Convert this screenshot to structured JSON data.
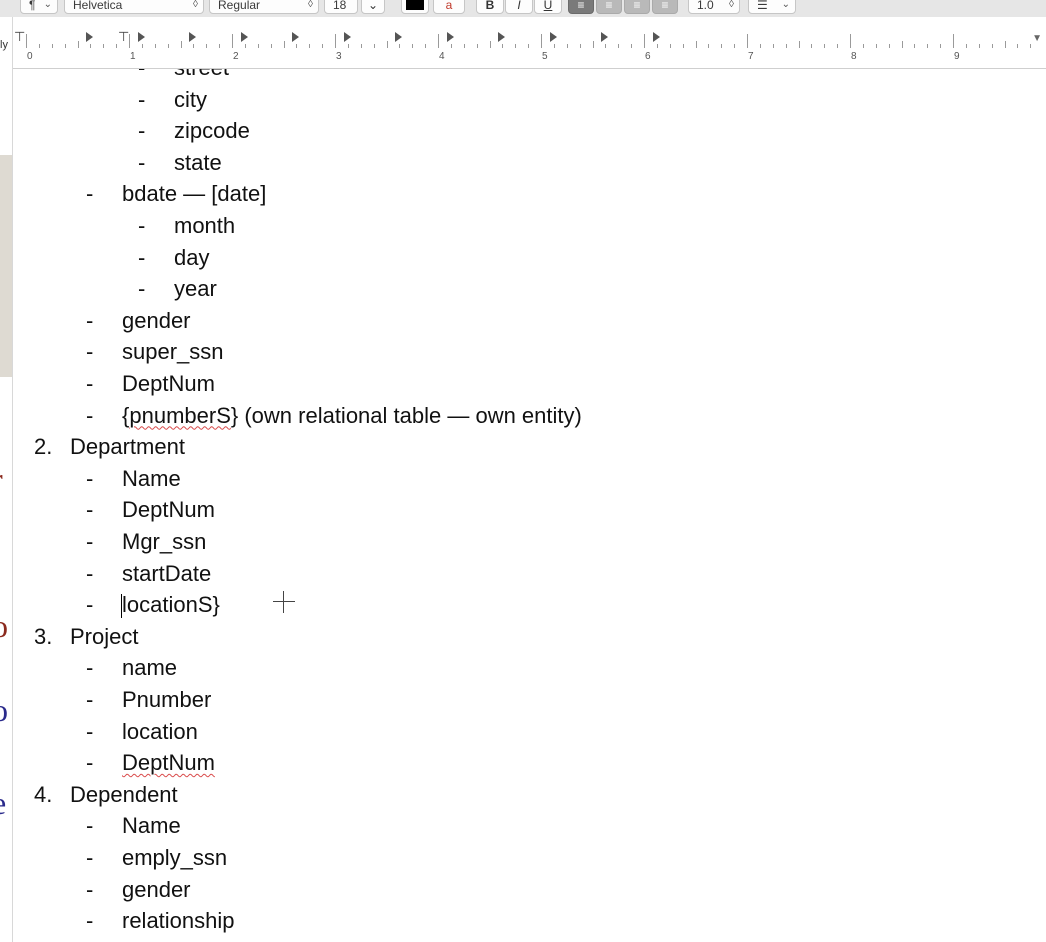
{
  "toolbar": {
    "paragraph_style": "¶",
    "font_family": "Helvetica",
    "font_style": "Regular",
    "font_size": "18",
    "bold": "B",
    "italic": "I",
    "underline": "U",
    "line_spacing": "1.0",
    "text_color": "#000000"
  },
  "ruler": {
    "numbers": [
      "0",
      "1",
      "2",
      "3",
      "4",
      "5",
      "6",
      "7",
      "8",
      "9"
    ]
  },
  "left_strip": {
    "label": "ly",
    "glyphs": [
      "r",
      "o",
      "o",
      "e"
    ]
  },
  "document": {
    "lines": [
      {
        "marker": "-",
        "text": "street"
      },
      {
        "marker": "-",
        "text": "city"
      },
      {
        "marker": "-",
        "text": "zipcode"
      },
      {
        "marker": "-",
        "text": "state"
      },
      {
        "marker": "-",
        "text": "bdate     — [date]"
      },
      {
        "marker": "-",
        "text": "month"
      },
      {
        "marker": "-",
        "text": "day"
      },
      {
        "marker": "-",
        "text": "year"
      },
      {
        "marker": "-",
        "text": "gender"
      },
      {
        "marker": "-",
        "text": "super_ssn"
      },
      {
        "marker": "-",
        "text": "DeptNum"
      },
      {
        "marker": "-",
        "text_prefix": "{",
        "text_squiggle": "pnumberS",
        "text_suffix": "} (own relational table — own entity)"
      },
      {
        "marker": "2.",
        "text": "Department"
      },
      {
        "marker": "-",
        "text": "Name"
      },
      {
        "marker": "-",
        "text": "DeptNum"
      },
      {
        "marker": "-",
        "text": "Mgr_ssn"
      },
      {
        "marker": "-",
        "text": "startDate"
      },
      {
        "marker": "-",
        "text": "locationS}"
      },
      {
        "marker": "3.",
        "text": "Project"
      },
      {
        "marker": "-",
        "text": "name"
      },
      {
        "marker": "-",
        "text": "Pnumber"
      },
      {
        "marker": "-",
        "text": "location"
      },
      {
        "marker": "-",
        "text_squiggle": "DeptNum"
      },
      {
        "marker": "4.",
        "text": "Dependent"
      },
      {
        "marker": "-",
        "text": "Name"
      },
      {
        "marker": "-",
        "text": "emply_ssn"
      },
      {
        "marker": "-",
        "text": "gender"
      },
      {
        "marker": "-",
        "text": "relationship"
      }
    ]
  }
}
